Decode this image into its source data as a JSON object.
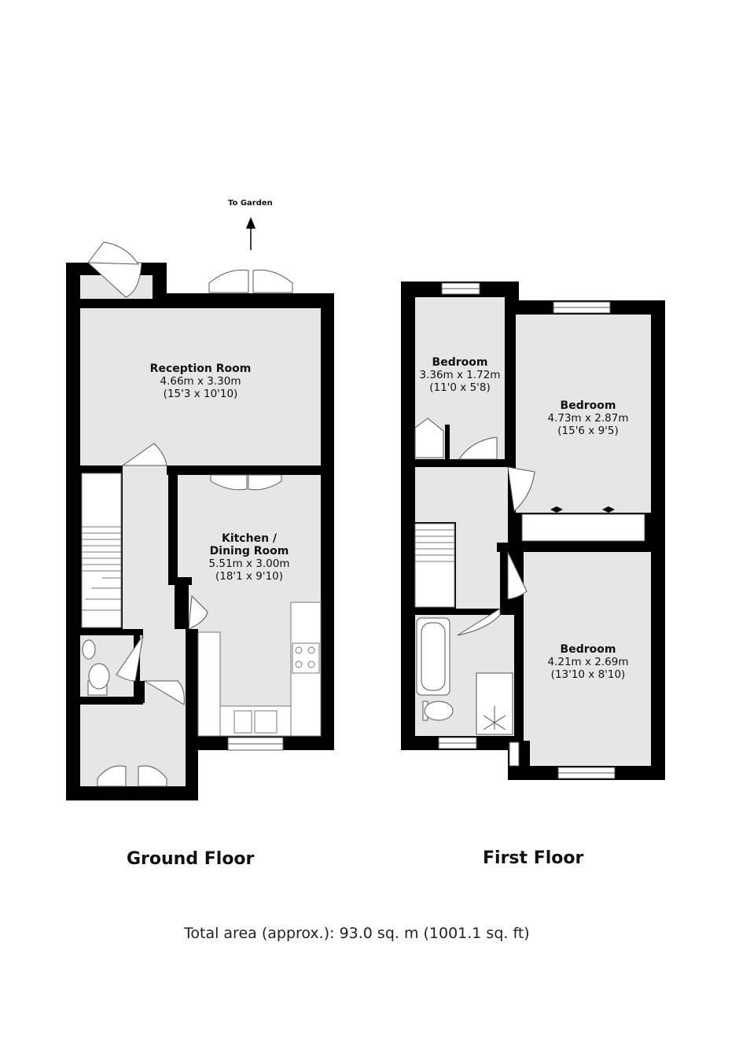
{
  "annotations": {
    "to_garden": "To Garden"
  },
  "ground_floor": {
    "title": "Ground Floor",
    "rooms": [
      {
        "name": "Reception Room",
        "metric": "4.66m x 3.30m",
        "imperial": "(15'3 x 10'10)"
      },
      {
        "name": "Kitchen /",
        "name2": "Dining  Room",
        "metric": "5.51m x 3.00m",
        "imperial": "(18'1 x 9'10)"
      }
    ]
  },
  "first_floor": {
    "title": "First Floor",
    "rooms": [
      {
        "name": "Bedroom",
        "metric": "3.36m x 1.72m",
        "imperial": "(11'0 x 5'8)"
      },
      {
        "name": "Bedroom",
        "metric": "4.73m x 2.87m",
        "imperial": "(15'6 x 9'5)"
      },
      {
        "name": "Bedroom",
        "metric": "4.21m x 2.69m",
        "imperial": "(13'10 x 8'10)"
      }
    ]
  },
  "total_area": "Total area (approx.): 93.0 sq. m (1001.1 sq. ft)",
  "colors": {
    "wall": "#000000",
    "floor": "#e6e6e6",
    "fixture": "#ffffff"
  }
}
